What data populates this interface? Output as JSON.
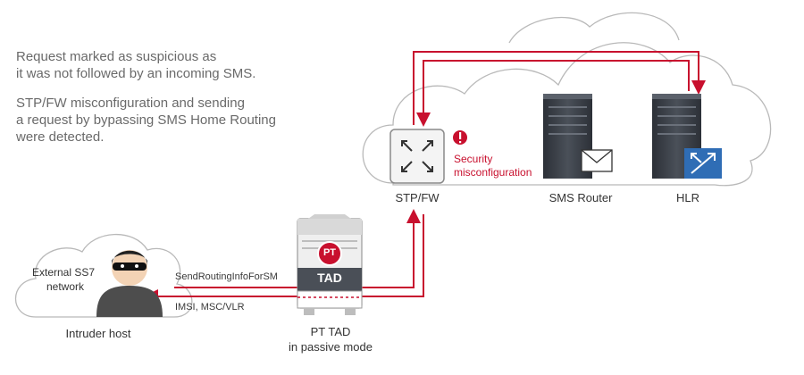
{
  "notes": {
    "line1": "Request marked as suspicious as",
    "line2": "it was not followed by an incoming SMS.",
    "line3": "STP/FW misconfiguration and sending",
    "line4": "a request by bypassing SMS Home Routing",
    "line5": "were detected."
  },
  "nodes": {
    "stp_fw": "STP/FW",
    "sms_router": "SMS Router",
    "hlr": "HLR",
    "intruder": "Intruder host",
    "external_network_line1": "External SS7",
    "external_network_line2": "network",
    "pt_tad_line1": "PT TAD",
    "pt_tad_line2": "in passive mode",
    "tad_badge": "TAD",
    "pt_logo": "PT"
  },
  "alert": {
    "icon": "exclamation-icon",
    "line1": "Security",
    "line2": "misconfiguration"
  },
  "messages": {
    "request": "SendRoutingInfoForSM",
    "response": "IMSI, MSC/VLR"
  },
  "colors": {
    "accent_red": "#c8102e",
    "server_dark": "#3a3f47",
    "hlr_badge": "#2f6db5",
    "cloud_stroke": "#b9b9b9"
  }
}
